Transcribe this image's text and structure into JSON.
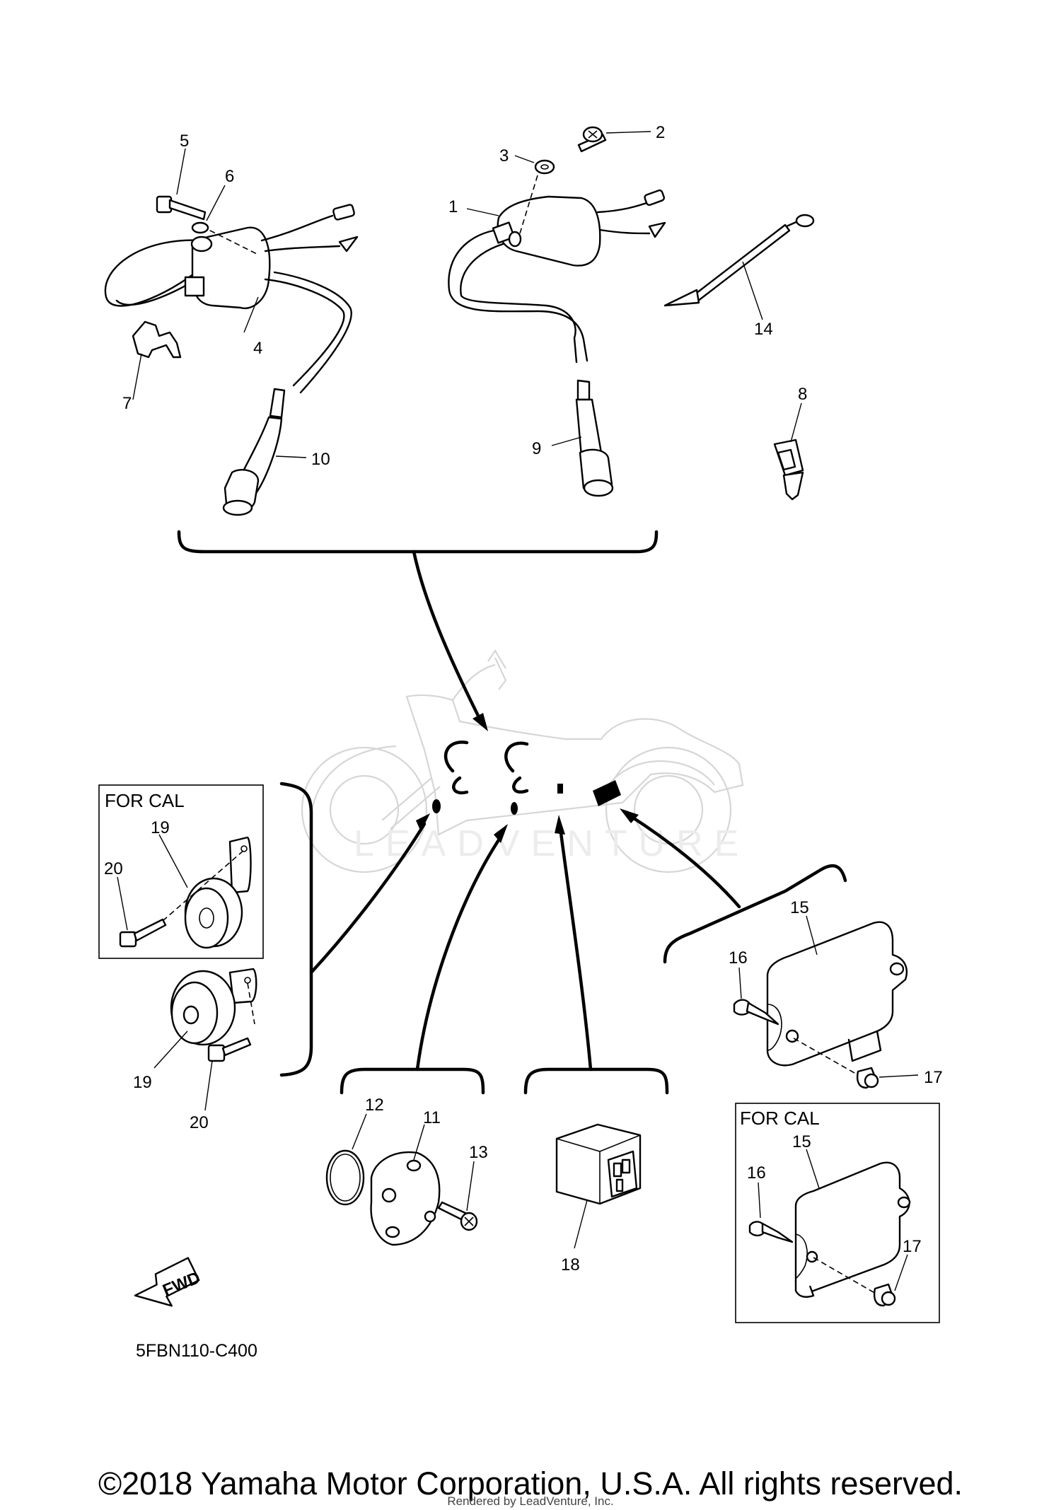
{
  "callouts": {
    "c1": "1",
    "c2": "2",
    "c3": "3",
    "c4": "4",
    "c5": "5",
    "c6": "6",
    "c7": "7",
    "c8": "8",
    "c9": "9",
    "c10": "10",
    "c11": "11",
    "c12": "12",
    "c13": "13",
    "c14": "14",
    "c15a": "15",
    "c15b": "15",
    "c16a": "16",
    "c16b": "16",
    "c17a": "17",
    "c17b": "17",
    "c18": "18",
    "c19a": "19",
    "c19b": "19",
    "c20a": "20",
    "c20b": "20"
  },
  "box_labels": {
    "horn_box": "FOR CAL",
    "regulator_box": "FOR CAL"
  },
  "fwd_label": "FWD",
  "diagram_code": "5FBN110-C400",
  "watermark": "LEADVENTURE",
  "copyright": "©2018 Yamaha Motor Corporation, U.S.A. All rights reserved.",
  "rendered_by": "Rendered by LeadVenture, Inc."
}
